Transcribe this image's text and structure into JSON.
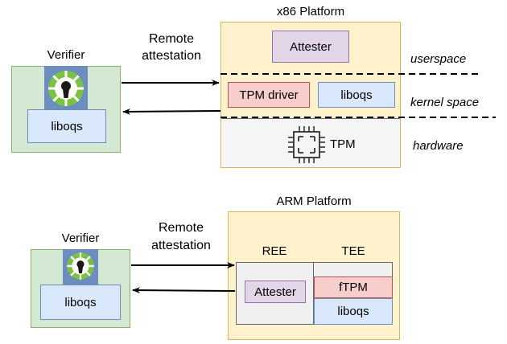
{
  "top": {
    "verifier": {
      "title": "Verifier",
      "lib": "liboqs"
    },
    "link_label": [
      "Remote",
      "attestation"
    ],
    "platform": {
      "title": "x86 Platform",
      "attester": "Attester",
      "tpm_driver": "TPM driver",
      "lib": "liboqs",
      "tpm": "TPM"
    },
    "layers": [
      "userspace",
      "kernel space",
      "hardware"
    ]
  },
  "bottom": {
    "verifier": {
      "title": "Verifier",
      "lib": "liboqs"
    },
    "link_label": [
      "Remote",
      "attestation"
    ],
    "platform": {
      "title": "ARM Platform",
      "ree": "REE",
      "tee": "TEE",
      "attester": "Attester",
      "ftpm": "fTPM",
      "lib": "liboqs"
    }
  },
  "colors": {
    "verifier_fill": "#d5e8d4",
    "verifier_stroke": "#82b366",
    "platform_fill": "#fff2cc",
    "platform_stroke": "#d6b656",
    "attester_fill": "#e1d5e7",
    "attester_stroke": "#9673a6",
    "lib_fill": "#dae8fc",
    "lib_stroke": "#6c8ebf",
    "tpm_driver_fill": "#f8cecc",
    "tpm_driver_stroke": "#b85450",
    "hardware_fill": "#f5f5f5",
    "hardware_stroke": "#666666",
    "icon_bg": "#6c8ebf",
    "icon_green": "#7cc242"
  }
}
